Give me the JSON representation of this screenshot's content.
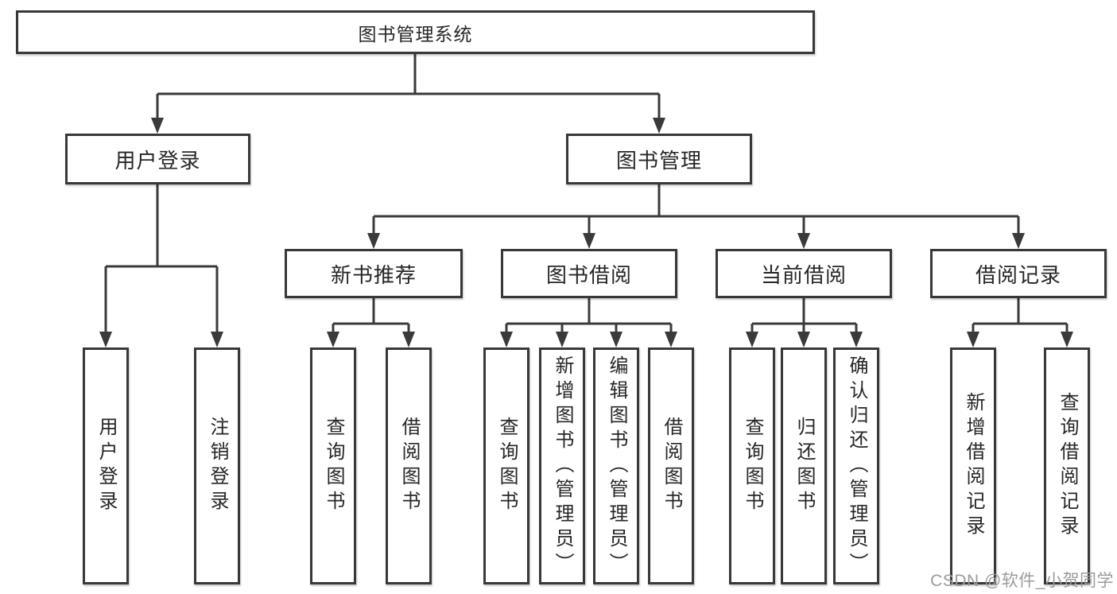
{
  "diagram": {
    "title": "图书管理系统",
    "watermark": "CSDN @软件_小贺同学",
    "colors": {
      "line": "#3a3a3a",
      "box_border": "#383838",
      "text": "#262626",
      "watermark": "#9b9b9b",
      "background": "#ffffff"
    },
    "tree": {
      "root": {
        "label": "图书管理系统",
        "children": [
          {
            "label": "用户登录",
            "children": [
              {
                "label": "用户登录"
              },
              {
                "label": "注销登录"
              }
            ]
          },
          {
            "label": "图书管理",
            "children": [
              {
                "label": "新书推荐",
                "children": [
                  {
                    "label": "查询图书"
                  },
                  {
                    "label": "借阅图书"
                  }
                ]
              },
              {
                "label": "图书借阅",
                "children": [
                  {
                    "label": "查询图书"
                  },
                  {
                    "label": "新增图书（管理员）"
                  },
                  {
                    "label": "编辑图书（管理员）"
                  },
                  {
                    "label": "借阅图书"
                  }
                ]
              },
              {
                "label": "当前借阅",
                "children": [
                  {
                    "label": "查询图书"
                  },
                  {
                    "label": "归还图书"
                  },
                  {
                    "label": "确认归还（管理员）"
                  }
                ]
              },
              {
                "label": "借阅记录",
                "children": [
                  {
                    "label": "新增借阅记录"
                  },
                  {
                    "label": "查询借阅记录"
                  }
                ]
              }
            ]
          }
        ]
      }
    }
  }
}
